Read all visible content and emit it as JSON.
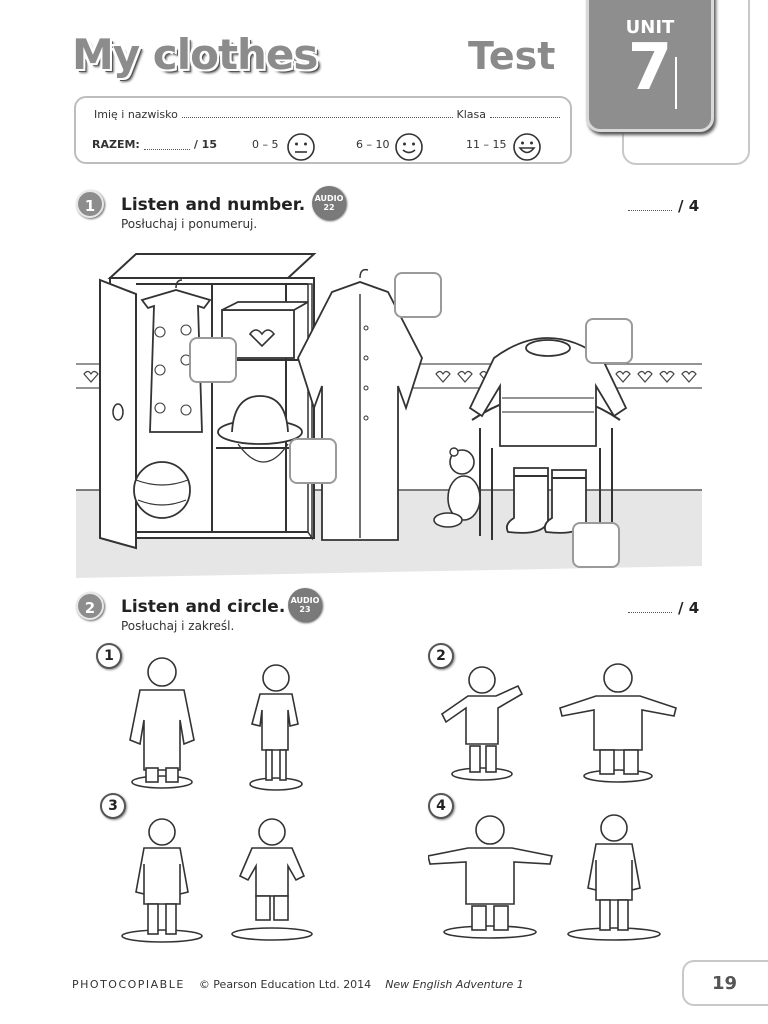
{
  "header": {
    "title": "My clothes",
    "test_label": "Test",
    "unit_label": "UNIT",
    "unit_number": "7"
  },
  "name_box": {
    "name_label": "Imię i nazwisko",
    "class_label": "Klasa",
    "total_label": "RAZEM:",
    "total_score": "/ 15",
    "ranges": [
      "0 – 5",
      "6 – 10",
      "11 – 15"
    ]
  },
  "section1": {
    "number": "1",
    "title": "Listen and number.",
    "subtitle": "Posłuchaj i ponumeruj.",
    "audio_label": "AUDIO",
    "audio_number": "22",
    "score": "/ 4"
  },
  "section2": {
    "number": "2",
    "title": "Listen and circle.",
    "subtitle": "Posłuchaj i zakreśl.",
    "audio_label": "AUDIO",
    "audio_number": "23",
    "score": "/ 4",
    "pictures": [
      "1",
      "2",
      "3",
      "4"
    ]
  },
  "footer": {
    "photocopiable": "PHOTOCOPIABLE",
    "copyright": "© Pearson Education Ltd. 2014",
    "book": "New English Adventure 1",
    "page": "19"
  }
}
